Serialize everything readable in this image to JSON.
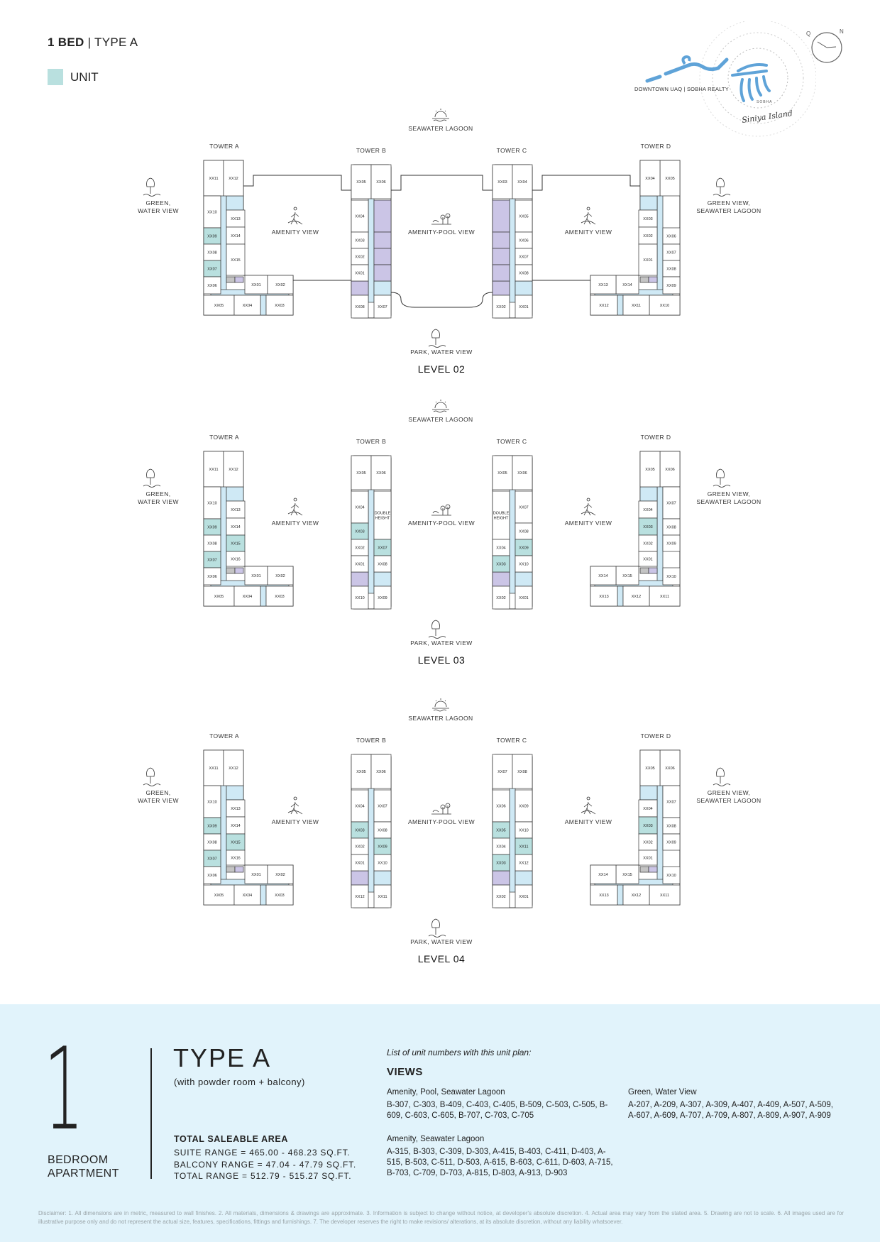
{
  "header": {
    "bed": "1 BED",
    "sep": "|",
    "type": "TYPE A",
    "legend_label": "UNIT"
  },
  "logo": {
    "tagline": "DOWNTOWN UAQ | SOBHA REALTY",
    "brand_small": "SOBHA",
    "brand_script": "Siniya Island"
  },
  "compass": {
    "q": "Q",
    "n": "N"
  },
  "colors": {
    "highlight": "#b9e0df",
    "corridor": "#cfe9f5",
    "purple": "#cbc5e6",
    "service": "#c4c4c4",
    "panel": "#e1f3fb"
  },
  "views": {
    "top": "SEAWATER LAGOON",
    "bottom": "PARK, WATER VIEW",
    "left": [
      "GREEN,",
      "WATER VIEW"
    ],
    "right": [
      "GREEN VIEW,",
      "SEAWATER LAGOON"
    ],
    "amenity": "AMENITY VIEW",
    "amenity_pool": "AMENITY-POOL VIEW"
  },
  "towers": [
    "TOWER A",
    "TOWER B",
    "TOWER C",
    "TOWER D"
  ],
  "levels": [
    {
      "label": "LEVEL 02",
      "podium": true,
      "plans": [
        [
          {
            "s": "tl",
            "t": "XX11"
          },
          {
            "s": "tr",
            "t": "XX12"
          },
          {
            "s": "l1",
            "t": "XX10"
          },
          {
            "s": "l2",
            "t": "XX09",
            "hl": true
          },
          {
            "s": "l3",
            "t": "XX08"
          },
          {
            "s": "l4",
            "t": "XX07",
            "hl": true
          },
          {
            "s": "l5",
            "t": "XX06"
          },
          {
            "s": "r1",
            "t": "XX13"
          },
          {
            "s": "r2",
            "t": "XX14"
          },
          {
            "s": "r34",
            "t": "XX15"
          },
          {
            "s": "w1",
            "t": "XX01"
          },
          {
            "s": "w2",
            "t": "XX02"
          },
          {
            "s": "b1",
            "t": "XX05"
          },
          {
            "s": "b2",
            "t": "XX04"
          },
          {
            "s": "b3",
            "t": "XX03"
          }
        ],
        [
          {
            "s": "tl",
            "t": "XX05"
          },
          {
            "s": "tr",
            "t": "XX06"
          },
          {
            "s": "l1",
            "t": "XX04"
          },
          {
            "s": "l2",
            "t": "XX03"
          },
          {
            "s": "l3",
            "t": "XX02"
          },
          {
            "s": "l4",
            "t": "XX01"
          },
          {
            "s": "r1",
            "purple": true
          },
          {
            "s": "r2",
            "purple": true
          },
          {
            "s": "r3",
            "purple": true
          },
          {
            "s": "r4",
            "purple": true
          },
          {
            "s": "bl",
            "t": "XX08"
          },
          {
            "s": "br",
            "t": "XX07"
          }
        ],
        [
          {
            "s": "tl",
            "t": "XX03"
          },
          {
            "s": "tr",
            "t": "XX04"
          },
          {
            "s": "l1",
            "purple": true
          },
          {
            "s": "l2",
            "purple": true
          },
          {
            "s": "l3",
            "purple": true
          },
          {
            "s": "l4",
            "purple": true
          },
          {
            "s": "r1",
            "t": "XX05"
          },
          {
            "s": "r2",
            "t": "XX06"
          },
          {
            "s": "r3",
            "t": "XX07"
          },
          {
            "s": "r4",
            "t": "XX08"
          },
          {
            "s": "bl",
            "t": "XX02"
          },
          {
            "s": "br",
            "t": "XX01"
          }
        ],
        [
          {
            "s": "tl",
            "t": "XX05"
          },
          {
            "s": "tr",
            "t": "XX04"
          },
          {
            "s": "l2",
            "t": "XX06"
          },
          {
            "s": "l3",
            "t": "XX07"
          },
          {
            "s": "l4",
            "t": "XX08"
          },
          {
            "s": "l5",
            "t": "XX09"
          },
          {
            "s": "r1",
            "t": "XX03"
          },
          {
            "s": "r2",
            "t": "XX02"
          },
          {
            "s": "r34",
            "t": "XX01"
          },
          {
            "s": "w1",
            "t": "XX14"
          },
          {
            "s": "w2",
            "t": "XX13"
          },
          {
            "s": "b1",
            "t": "XX10"
          },
          {
            "s": "b2",
            "t": "XX11"
          },
          {
            "s": "b3",
            "t": "XX12"
          }
        ]
      ]
    },
    {
      "label": "LEVEL 03",
      "podium": false,
      "plans": [
        [
          {
            "s": "tl",
            "t": "XX11"
          },
          {
            "s": "tr",
            "t": "XX12"
          },
          {
            "s": "l1",
            "t": "XX10"
          },
          {
            "s": "l2",
            "t": "XX09",
            "hl": true
          },
          {
            "s": "l3",
            "t": "XX08"
          },
          {
            "s": "l4",
            "t": "XX07",
            "hl": true
          },
          {
            "s": "l5",
            "t": "XX06"
          },
          {
            "s": "r1",
            "t": "XX13"
          },
          {
            "s": "r2",
            "t": "XX14"
          },
          {
            "s": "r3",
            "t": "XX15",
            "hl": true
          },
          {
            "s": "r4",
            "t": "XX16"
          },
          {
            "s": "w1",
            "t": "XX01"
          },
          {
            "s": "w2",
            "t": "XX02"
          },
          {
            "s": "b1",
            "t": "XX05"
          },
          {
            "s": "b2",
            "t": "XX04"
          },
          {
            "s": "b3",
            "t": "XX03"
          }
        ],
        [
          {
            "s": "tl",
            "t": "XX05"
          },
          {
            "s": "tr",
            "t": "XX06"
          },
          {
            "s": "l1",
            "t": "XX04"
          },
          {
            "s": "l2",
            "t": "XX03",
            "hl": true
          },
          {
            "s": "l3",
            "t": "XX02"
          },
          {
            "s": "l4",
            "t": "XX01"
          },
          {
            "s": "r12",
            "t": "DOUBLE HEIGHT"
          },
          {
            "s": "r3",
            "t": "XX07",
            "hl": true
          },
          {
            "s": "r4",
            "t": "XX08"
          },
          {
            "s": "bl",
            "t": "XX10"
          },
          {
            "s": "br",
            "t": "XX09"
          }
        ],
        [
          {
            "s": "tl",
            "t": "XX05"
          },
          {
            "s": "tr",
            "t": "XX06"
          },
          {
            "s": "l12",
            "t": "DOUBLE HEIGHT"
          },
          {
            "s": "r1",
            "t": "XX07"
          },
          {
            "s": "r2",
            "t": "XX08"
          },
          {
            "s": "l3",
            "t": "XX04"
          },
          {
            "s": "r3",
            "t": "XX09",
            "hl": true
          },
          {
            "s": "l4",
            "t": "XX03",
            "hl": true
          },
          {
            "s": "r4",
            "t": "XX10"
          },
          {
            "s": "bl",
            "t": "XX02"
          },
          {
            "s": "br",
            "t": "XX01"
          }
        ],
        [
          {
            "s": "tl",
            "t": "XX06"
          },
          {
            "s": "tr",
            "t": "XX05"
          },
          {
            "s": "l1",
            "t": "XX07"
          },
          {
            "s": "l2",
            "t": "XX08"
          },
          {
            "s": "l3",
            "t": "XX09"
          },
          {
            "s": "l5",
            "t": "XX10"
          },
          {
            "s": "r1",
            "t": "XX04"
          },
          {
            "s": "r2",
            "t": "XX03",
            "hl": true
          },
          {
            "s": "r3",
            "t": "XX02"
          },
          {
            "s": "r4",
            "t": "XX01"
          },
          {
            "s": "w1",
            "t": "XX15"
          },
          {
            "s": "w2",
            "t": "XX14"
          },
          {
            "s": "b1",
            "t": "XX11"
          },
          {
            "s": "b2",
            "t": "XX12"
          },
          {
            "s": "b3",
            "t": "XX13"
          }
        ]
      ]
    },
    {
      "label": "LEVEL 04",
      "podium": false,
      "plans": [
        [
          {
            "s": "tl",
            "t": "XX11"
          },
          {
            "s": "tr",
            "t": "XX12"
          },
          {
            "s": "l1",
            "t": "XX10"
          },
          {
            "s": "l2",
            "t": "XX09",
            "hl": true
          },
          {
            "s": "l3",
            "t": "XX08"
          },
          {
            "s": "l4",
            "t": "XX07",
            "hl": true
          },
          {
            "s": "l5",
            "t": "XX06"
          },
          {
            "s": "r1",
            "t": "XX13"
          },
          {
            "s": "r2",
            "t": "XX14"
          },
          {
            "s": "r3",
            "t": "XX15",
            "hl": true
          },
          {
            "s": "r4",
            "t": "XX16"
          },
          {
            "s": "w1",
            "t": "XX01"
          },
          {
            "s": "w2",
            "t": "XX02"
          },
          {
            "s": "b1",
            "t": "XX05"
          },
          {
            "s": "b2",
            "t": "XX04"
          },
          {
            "s": "b3",
            "t": "XX03"
          }
        ],
        [
          {
            "s": "tl",
            "t": "XX05"
          },
          {
            "s": "tr",
            "t": "XX06"
          },
          {
            "s": "l1",
            "t": "XX04"
          },
          {
            "s": "r1",
            "t": "XX07"
          },
          {
            "s": "l2",
            "t": "XX03",
            "hl": true
          },
          {
            "s": "r2",
            "t": "XX08"
          },
          {
            "s": "l3",
            "t": "XX02"
          },
          {
            "s": "r3",
            "t": "XX09",
            "hl": true
          },
          {
            "s": "l4",
            "t": "XX01"
          },
          {
            "s": "r4",
            "t": "XX10"
          },
          {
            "s": "bl",
            "t": "XX12"
          },
          {
            "s": "br",
            "t": "XX11"
          }
        ],
        [
          {
            "s": "tl",
            "t": "XX07"
          },
          {
            "s": "tr",
            "t": "XX08"
          },
          {
            "s": "l1",
            "t": "XX06"
          },
          {
            "s": "r1",
            "t": "XX09"
          },
          {
            "s": "l2",
            "t": "XX05",
            "hl": true
          },
          {
            "s": "r2",
            "t": "XX10"
          },
          {
            "s": "l3",
            "t": "XX04"
          },
          {
            "s": "r3",
            "t": "XX11",
            "hl": true
          },
          {
            "s": "l4",
            "t": "XX03",
            "hl": true
          },
          {
            "s": "r4",
            "t": "XX12"
          },
          {
            "s": "bl",
            "t": "XX02"
          },
          {
            "s": "br",
            "t": "XX01"
          }
        ],
        [
          {
            "s": "tl",
            "t": "XX06"
          },
          {
            "s": "tr",
            "t": "XX05"
          },
          {
            "s": "l1",
            "t": "XX07"
          },
          {
            "s": "l2",
            "t": "XX08"
          },
          {
            "s": "l3",
            "t": "XX09"
          },
          {
            "s": "l5",
            "t": "XX10"
          },
          {
            "s": "r1",
            "t": "XX04"
          },
          {
            "s": "r2",
            "t": "XX03",
            "hl": true
          },
          {
            "s": "r3",
            "t": "XX02"
          },
          {
            "s": "r4",
            "t": "XX01"
          },
          {
            "s": "w1",
            "t": "XX15"
          },
          {
            "s": "w2",
            "t": "XX14"
          },
          {
            "s": "b1",
            "t": "XX11"
          },
          {
            "s": "b2",
            "t": "XX12"
          },
          {
            "s": "b3",
            "t": "XX13"
          }
        ]
      ]
    }
  ],
  "summary": {
    "bed_count": "1",
    "bed_label": [
      "BEDROOM",
      "APARTMENT"
    ],
    "type": "TYPE A",
    "type_sub": "(with powder room + balcony)",
    "area_title": "TOTAL SALEABLE AREA",
    "ranges": [
      "SUITE RANGE = 465.00 - 468.23 SQ.FT.",
      "BALCONY RANGE = 47.04 - 47.79 SQ.FT.",
      "TOTAL RANGE = 512.79 - 515.27 SQ.FT."
    ],
    "list_heading": "List of unit numbers with this unit plan:",
    "views_heading": "VIEWS",
    "groups": [
      {
        "title": "Amenity, Pool, Seawater Lagoon",
        "units": "B-307, C-303, B-409, C-403, C-405, B-509, C-503, C-505, B-609, C-603, C-605, B-707, C-703, C-705"
      },
      {
        "title": "Amenity, Seawater Lagoon",
        "units": "A-315, B-303, C-309, D-303, A-415, B-403, C-411, D-403, A-515, B-503, C-511, D-503, A-615, B-603, C-611, D-603, A-715, B-703, C-709, D-703, A-815, D-803, A-913, D-903"
      },
      {
        "title": "Green, Water View",
        "units": "A-207, A-209, A-307, A-309, A-407, A-409, A-507, A-509, A-607, A-609, A-707, A-709, A-807, A-809, A-907, A-909"
      }
    ]
  },
  "disclaimer": "Disclaimer: 1. All dimensions are in metric, measured to wall finishes. 2. All materials, dimensions & drawings are approximate. 3. Information is subject to change without notice, at developer's absolute discretion. 4. Actual area may vary from the stated area. 5. Drawing are not to scale. 6. All images used are for illustrative purpose only and do not represent the actual size, features, specifications, fittings and furnishings. 7. The developer reserves the right to make revisions/ alterations, at its absolute discretion, without any liability whatsoever."
}
